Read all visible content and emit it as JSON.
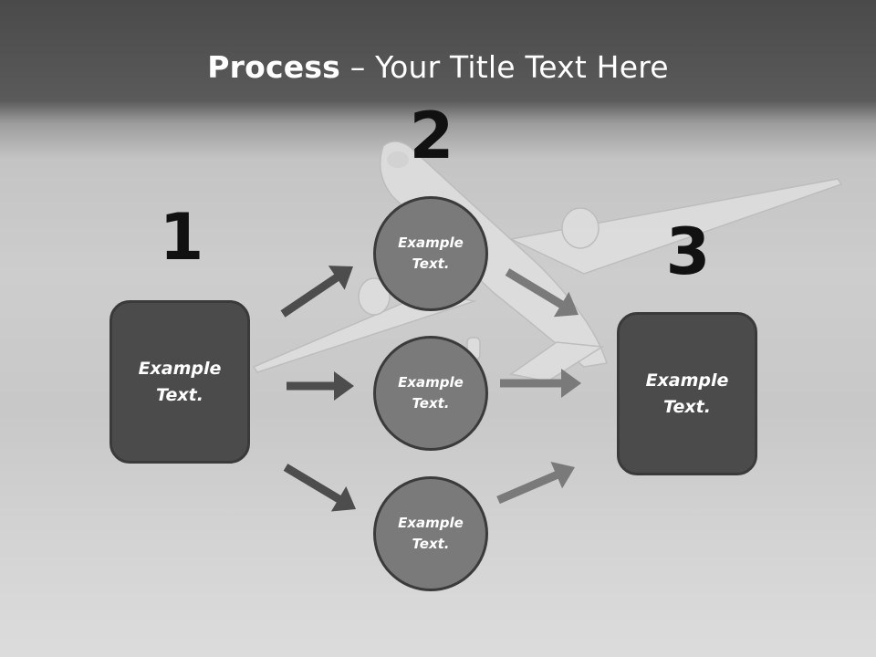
{
  "slide": {
    "title_bold": "Process",
    "title_rest": " – Your Title Text Here"
  },
  "steps": [
    {
      "number": "1"
    },
    {
      "number": "2"
    },
    {
      "number": "3"
    }
  ],
  "left_box": {
    "line1": "Example",
    "line2": "Text."
  },
  "right_box": {
    "line1": "Example",
    "line2": "Text."
  },
  "circles": [
    {
      "line1": "Example",
      "line2": "Text."
    },
    {
      "line1": "Example",
      "line2": "Text."
    },
    {
      "line1": "Example",
      "line2": "Text."
    }
  ],
  "colors": {
    "dark_arrow": "#4d4d4d",
    "light_arrow": "#7a7a7a",
    "box_fill": "#4b4b4b",
    "circle_fill": "#7a7a7a"
  }
}
